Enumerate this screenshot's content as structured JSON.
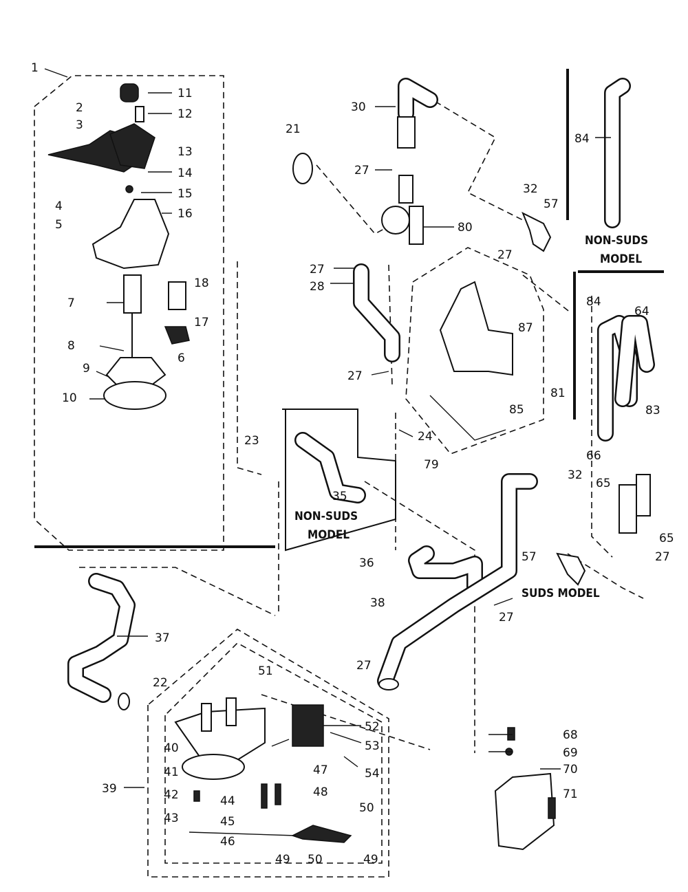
{
  "labels": {
    "p1": "1",
    "p2": "2",
    "p3": "3",
    "p4": "4",
    "p5": "5",
    "p6": "6",
    "p7": "7",
    "p8": "8",
    "p9": "9",
    "p10": "10",
    "p11": "11",
    "p12": "12",
    "p13": "13",
    "p14": "14",
    "p15": "15",
    "p16": "16",
    "p17": "17",
    "p18": "18",
    "p21": "21",
    "p22": "22",
    "p23": "23",
    "p24": "24",
    "p27a": "27",
    "p27b": "27",
    "p27c": "27",
    "p27d": "27",
    "p27e": "27",
    "p27f": "27",
    "p27g": "27",
    "p28": "28",
    "p30": "30",
    "p32a": "32",
    "p32b": "32",
    "p35": "35",
    "p36": "36",
    "p37": "37",
    "p38": "38",
    "p39": "39",
    "p40": "40",
    "p41": "41",
    "p42": "42",
    "p43": "43",
    "p44": "44",
    "p45": "45",
    "p46": "46",
    "p47": "47",
    "p48": "48",
    "p49a": "49",
    "p49b": "49",
    "p50a": "50",
    "p50b": "50",
    "p51": "51",
    "p52": "52",
    "p53": "53",
    "p54": "54",
    "p57a": "57",
    "p57b": "57",
    "p64": "64",
    "p65a": "65",
    "p65b": "65",
    "p66": "66",
    "p68": "68",
    "p69": "69",
    "p70": "70",
    "p71": "71",
    "p79": "79",
    "p80": "80",
    "p81": "81",
    "p83": "83",
    "p84a": "84",
    "p84b": "84",
    "p85": "85",
    "p87": "87"
  },
  "captions": {
    "non_suds_top_line1": "NON-SUDS",
    "non_suds_top_line2": "MODEL",
    "non_suds_mid_line1": "NON-SUDS",
    "non_suds_mid_line2": "MODEL",
    "suds_model": "SUDS MODEL"
  }
}
